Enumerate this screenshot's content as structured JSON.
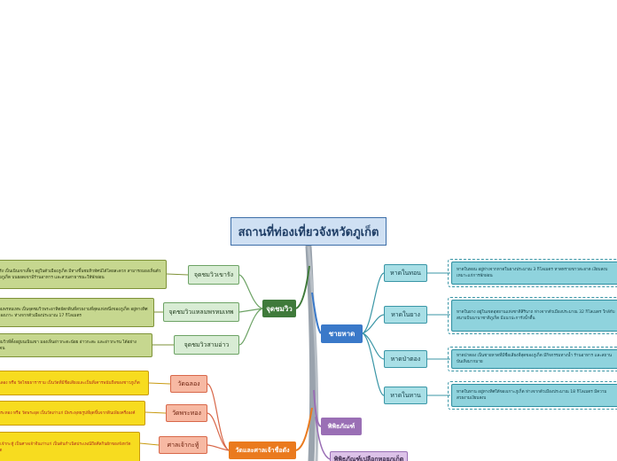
{
  "title": "สถานที่ท่องเที่ยวจังหวัดภูเก็ต",
  "colors": {
    "green_branch": "#3f7a3a",
    "blue_branch": "#3a79c9",
    "purple_branch": "#9a6fb5",
    "orange_branch": "#ea7a1e",
    "trunk": "#9aa3ad"
  },
  "branches": {
    "viewpoints": {
      "label": "จุดชมวิว",
      "items": [
        {
          "label": "จุดชมวิวเขารัง",
          "detail": "เขารัง เป็นเนินเขาเตี้ยๆ อยู่ในตัวเมืองภูเก็ต มีทางขึ้นชมทิวทัศน์ได้โดยสะดวก สามารถมองเห็นตัวเมืองภูเก็ต บนยอดเขามีร้านอาหาร และสวนสาธารณะให้พักผ่อน"
        },
        {
          "label": "จุดชมวิวแหลมพรหมเทพ",
          "detail": "แหลมพรหมเทพ เป็นจุดชมวิวพระอาทิตย์ตกดินที่สวยงามที่สุดแห่งหนึ่งของภูเก็ต อยู่ทางทิศใต้ของเกาะ ห่างจากตัวเมืองประมาณ 17 กิโลเมตร"
        },
        {
          "label": "จุดชมวิวสามอ่าว",
          "detail": "จุดชมวิวที่ตั้งอยู่บนเนินเขา มองเห็นอ่าวกะตะน้อย อ่าวกะตะ และอ่าวกะรน ได้อย่างชัดเจน"
        }
      ]
    },
    "beaches": {
      "label": "ชายหาด",
      "items": [
        {
          "label": "หาดในทอน",
          "detail": "หาดในทอน อยู่ห่างจากหาดในยางประมาณ 3 กิโลเมตร หาดทรายขาวสะอาด เงียบสงบ เหมาะแก่การพักผ่อน"
        },
        {
          "label": "หาดในยาง",
          "detail": "หาดในยาง อยู่ในเขตอุทยานแห่งชาติสิรินาถ ห่างจากตัวเมืองประมาณ 32 กิโลเมตร ใกล้กับสนามบินนานาชาติภูเก็ต มีแนวปะการังน้ำตื้น"
        },
        {
          "label": "หาดป่าตอง",
          "detail": "หาดป่าตอง เป็นชายหาดที่มีชื่อเสียงที่สุดของภูเก็ต มีกิจกรรมทางน้ำ ร้านอาหาร และสถานบันเทิงมากมาย"
        },
        {
          "label": "หาดในหาน",
          "detail": "หาดในหาน อยู่ทางทิศใต้ของเกาะภูเก็ต ห่างจากตัวเมืองประมาณ 18 กิโลเมตร มีความสวยงามเงียบสงบ"
        }
      ]
    },
    "museums": {
      "label": "พิพิธภัณฑ์",
      "items": [
        {
          "label": "พิพิธภัณฑ์เปลือกหอยภูเก็ต"
        }
      ]
    },
    "temples": {
      "label": "วัดและศาลเจ้าชื่อดัง",
      "items": [
        {
          "label": "วัดฉลอง",
          "detail": "วัดฉลอง หรือ วัดไชยธาราราม เป็นวัดที่มีชื่อเสียงและเป็นที่เคารพนับถือของชาวภูเก็ต"
        },
        {
          "label": "วัดพระทอง",
          "detail": "วัดพระทอง หรือ วัดพระผุด เป็นวัดเก่าแก่ มีพระพุทธรูปที่ผุดขึ้นจากดินเพียงครึ่งองค์"
        },
        {
          "label": "ศาลเจ้ากะทู้",
          "detail": "ศาลเจ้ากะทู้ เป็นศาลเจ้าจีนเก่าแก่ เป็นต้นกำเนิดประเพณีถือศีลกินผักของจังหวัดภูเก็ต"
        }
      ]
    }
  }
}
